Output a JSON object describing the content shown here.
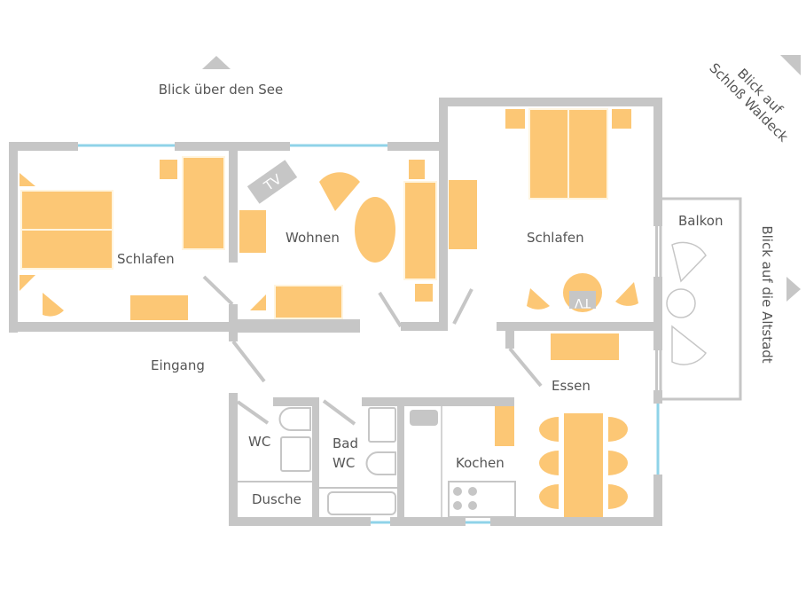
{
  "plan": {
    "views": {
      "top": "Blick über den See",
      "top_right_line1": "Blick auf",
      "top_right_line2": "Schloß Waldeck",
      "right": "Blick auf die Altstadt"
    },
    "rooms": {
      "bedroom_left": "Schlafen",
      "living": "Wohnen",
      "bedroom_right": "Schlafen",
      "balcony": "Balkon",
      "entrance": "Eingang",
      "dining": "Essen",
      "wc": "WC",
      "bath_line1": "Bad",
      "bath_line2": "WC",
      "kitchen": "Kochen",
      "shower": "Dusche"
    },
    "tv_label": "TV",
    "colors": {
      "wall": "#c6c6c6",
      "furniture": "#fcc775",
      "window": "#8fd3e8"
    }
  }
}
